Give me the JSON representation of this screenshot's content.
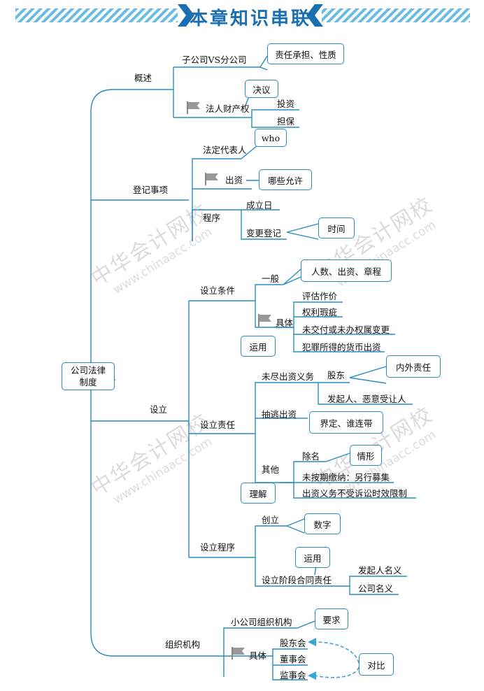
{
  "title": "本章知识串联",
  "root": "公司法律制度",
  "colors": {
    "line": "#2a8bbf",
    "accent": "#1a6fb0",
    "dashed": "#3aa6d8"
  },
  "watermark": {
    "cn": "中华会计网校",
    "url": "www.chinaacc.com"
  },
  "nodes": {
    "gaishu": "概述",
    "zigongsi": "子公司VS分公司",
    "zeren": "责任承担、性质",
    "faren": "法人财产权",
    "jueyi": "决议",
    "touzi": "投资",
    "danbao": "担保",
    "dengji": "登记事项",
    "fading": "法定代表人",
    "who": "who",
    "chuzi": "出资",
    "naxie": "哪些允许",
    "chengxu": "程序",
    "chengli": "成立日",
    "biangeng": "变更登记",
    "shijian": "时间",
    "sheli": "设立",
    "tiaojian": "设立条件",
    "yiban": "一般",
    "renshu": "人数、出资、章程",
    "juti1": "具体",
    "yunyong1": "运用",
    "pinggu": "评估作价",
    "quanli": "权利瑕疵",
    "weijiaofu": "未交付或未办权属变更",
    "fanzui": "犯罪所得的货币出资",
    "zerens": "设立责任",
    "weijin": "未尽出资义务",
    "gudong": "股东",
    "neiwai": "内外责任",
    "faqiren": "发起人、恶意受让人",
    "chouti": "抽逃出资",
    "jieding": "界定、谁连带",
    "qita": "其他",
    "lijie": "理解",
    "chuming": "除名",
    "qingxing": "情形",
    "weianqi": "未按期缴纳：另行募集",
    "susong": "出资义务不受诉讼时效限制",
    "shechengxu": "设立程序",
    "chuangli": "创立",
    "shuzi": "数字",
    "jieduan": "设立阶段合同责任",
    "yunyong2": "运用",
    "faqirenming": "发起人名义",
    "gongsiming": "公司名义",
    "zuzhi": "组织机构",
    "xiaogongsi": "小公司组织机构",
    "yaoqiu": "要求",
    "juti2": "具体",
    "gudonghui": "股东会",
    "dongshihui": "董事会",
    "jianshihui": "监事会",
    "duibi": "对比"
  }
}
